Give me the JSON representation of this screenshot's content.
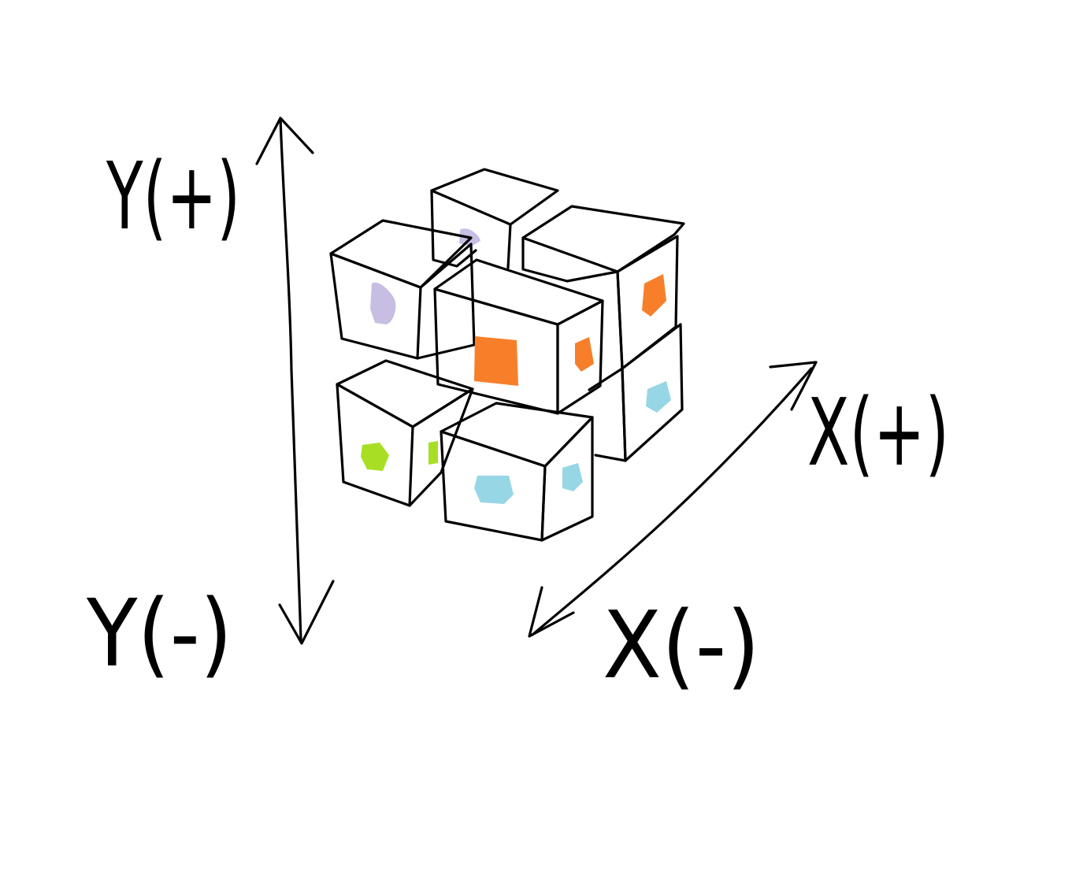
{
  "labels": {
    "y_positive": "Y(+)",
    "y_negative": "Y(-)",
    "x_positive": "X(+)",
    "x_negative": "X(-)"
  },
  "colors": {
    "background": "#ffffff",
    "ink": "#000000",
    "lavender": "#c8bde2",
    "orange": "#f77f2a",
    "light_blue": "#97d6e5",
    "lime_green": "#a8df24"
  },
  "icons": {
    "cube_cluster": "2x2-cube-cluster",
    "y_axis": "double-headed-vertical-arrow",
    "x_axis": "double-headed-diagonal-arrow"
  }
}
